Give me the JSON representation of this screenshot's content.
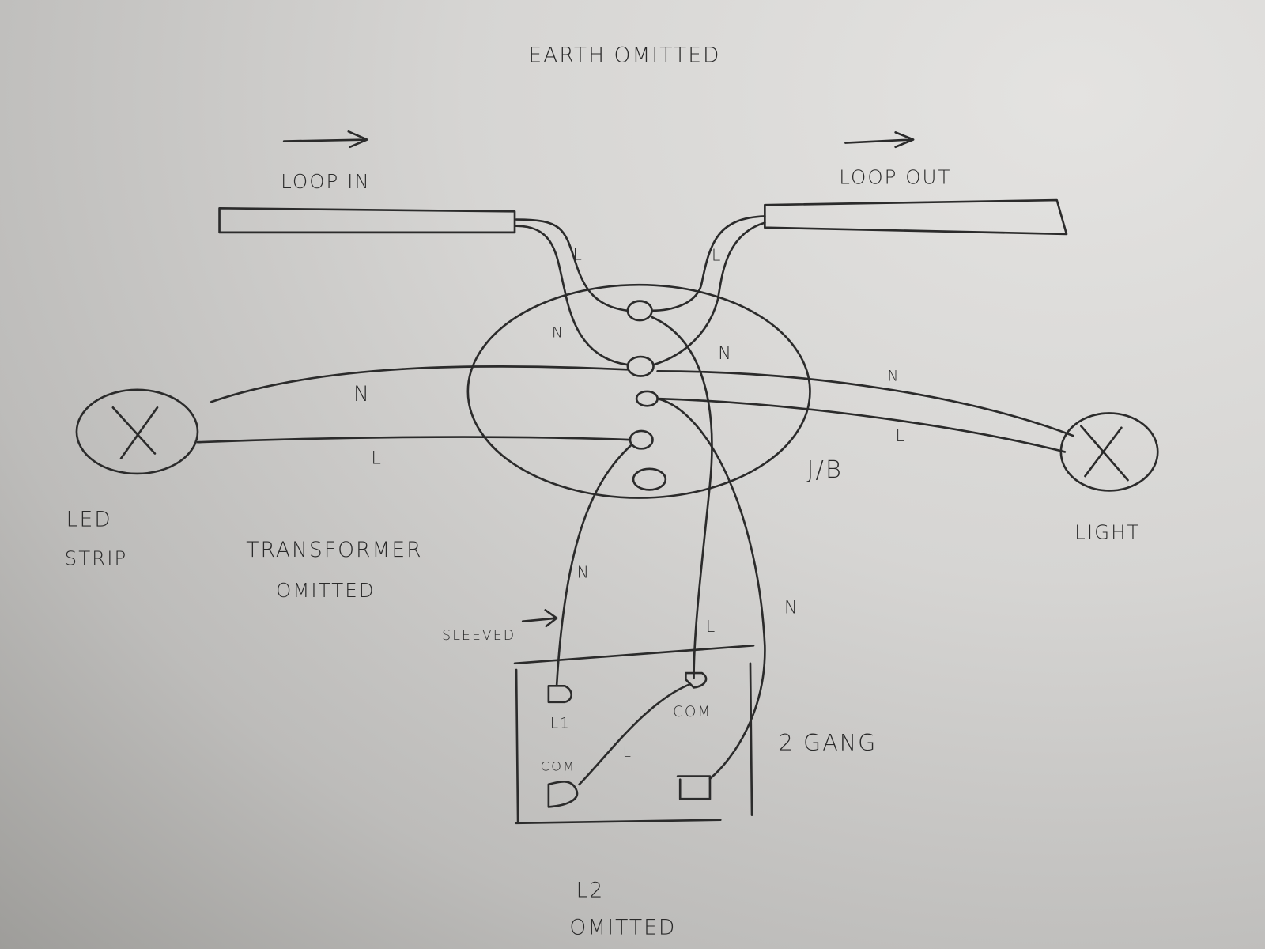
{
  "title": "EARTH OMITTED",
  "loop_in": "LOOP IN",
  "loop_out": "LOOP OUT",
  "junction_box": "J/B",
  "led_strip": {
    "line1": "LED",
    "line2": "STRIP"
  },
  "transformer": {
    "line1": "TRANSFORMER",
    "line2": "OMITTED"
  },
  "light": "LIGHT",
  "sleeved": "SLEEVED",
  "switch": {
    "label": "2 GANG",
    "terminals": {
      "l1": "L1",
      "com_top": "COM",
      "com_bottom": "COM"
    },
    "link_label": "L"
  },
  "l2_note": {
    "line1": "L2",
    "line2": "OMITTED"
  },
  "wire_labels": {
    "loop_in_live": "L",
    "loop_in_neutral": "N",
    "loop_out_live": "L",
    "loop_out_neutral": "N",
    "led_neutral": "N",
    "led_live": "L",
    "light_neutral": "N",
    "light_live": "L",
    "switch_neutral": "N",
    "switch_live": "L",
    "switch_return": "N"
  }
}
